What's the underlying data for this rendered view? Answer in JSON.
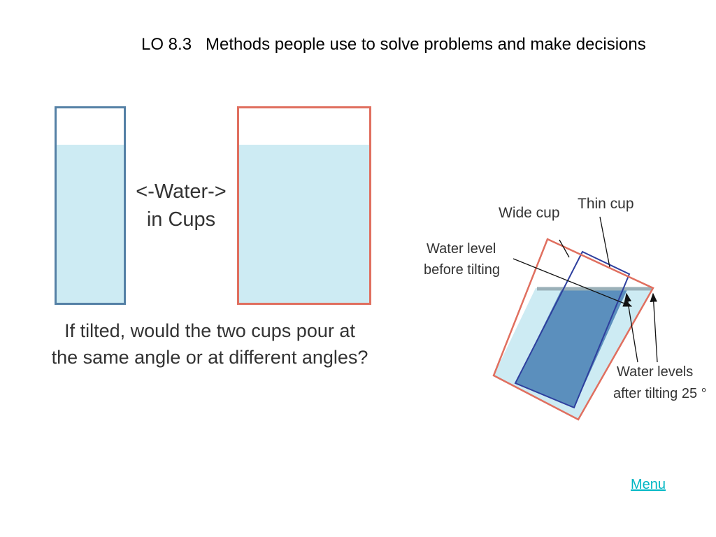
{
  "slide": {
    "title": "LO 8.3   Methods people use to solve problems and make decisions"
  },
  "cups_figure": {
    "label_line1": "<-Water->",
    "label_line2": "in Cups",
    "question_line1": "If tilted, would the two cups pour at",
    "question_line2": "the same angle or at different angles?",
    "thin_cup_color": "#5581a6",
    "wide_cup_color": "#e06f5f",
    "water_color": "#cdebf3"
  },
  "tilt_figure": {
    "wide_cup_label": "Wide cup",
    "thin_cup_label": "Thin cup",
    "before_label_line1": "Water level",
    "before_label_line2": "before tilting",
    "after_label_line1": "Water levels",
    "after_label_line2": "after tilting 25 °",
    "tilt_angle_degrees": 25,
    "thin_water_color": "#5b8fbd",
    "level_line_color": "#9ab0b8"
  },
  "nav": {
    "menu_label": "Menu"
  }
}
